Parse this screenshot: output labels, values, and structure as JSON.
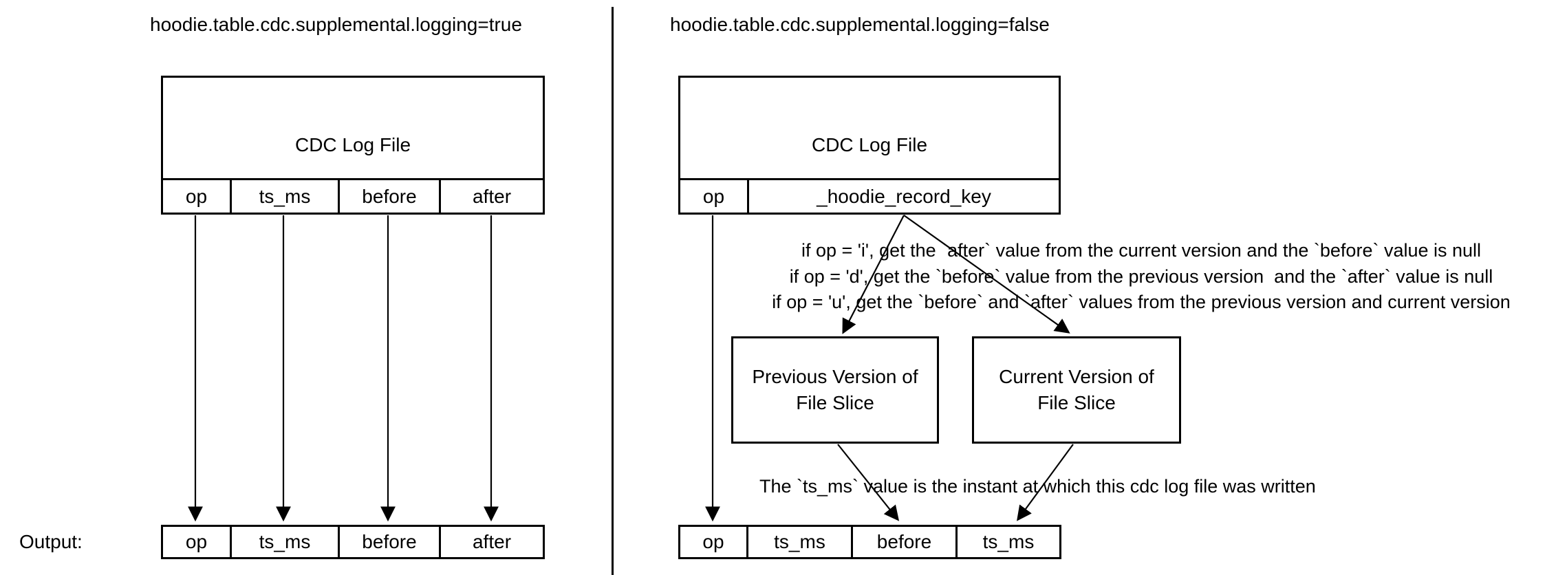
{
  "colors": {
    "stroke": "#000000",
    "background": "#ffffff"
  },
  "left_panel": {
    "title": "hoodie.table.cdc.supplemental.logging=true",
    "cdc_box": {
      "title": "CDC Log File",
      "columns": [
        "op",
        "ts_ms",
        "before",
        "after"
      ]
    },
    "output_label": "Output:",
    "output_row": [
      "op",
      "ts_ms",
      "before",
      "after"
    ]
  },
  "right_panel": {
    "title": "hoodie.table.cdc.supplemental.logging=false",
    "cdc_box": {
      "title": "CDC Log File",
      "columns": [
        "op",
        "_hoodie_record_key"
      ]
    },
    "rules": [
      "if op = 'i', get the `after` value from the current version and the `before` value is null",
      "if op = 'd', get the `before` value from the previous version  and the `after` value is null",
      "if op = 'u', get the `before` and `after` values from the previous version and current version"
    ],
    "previous_box": {
      "line1": "Previous Version of",
      "line2": "File Slice"
    },
    "current_box": {
      "line1": "Current Version of",
      "line2": "File Slice"
    },
    "ts_note": "The `ts_ms` value is the instant at which this cdc log file was written",
    "output_row": [
      "op",
      "ts_ms",
      "before",
      "ts_ms"
    ]
  }
}
